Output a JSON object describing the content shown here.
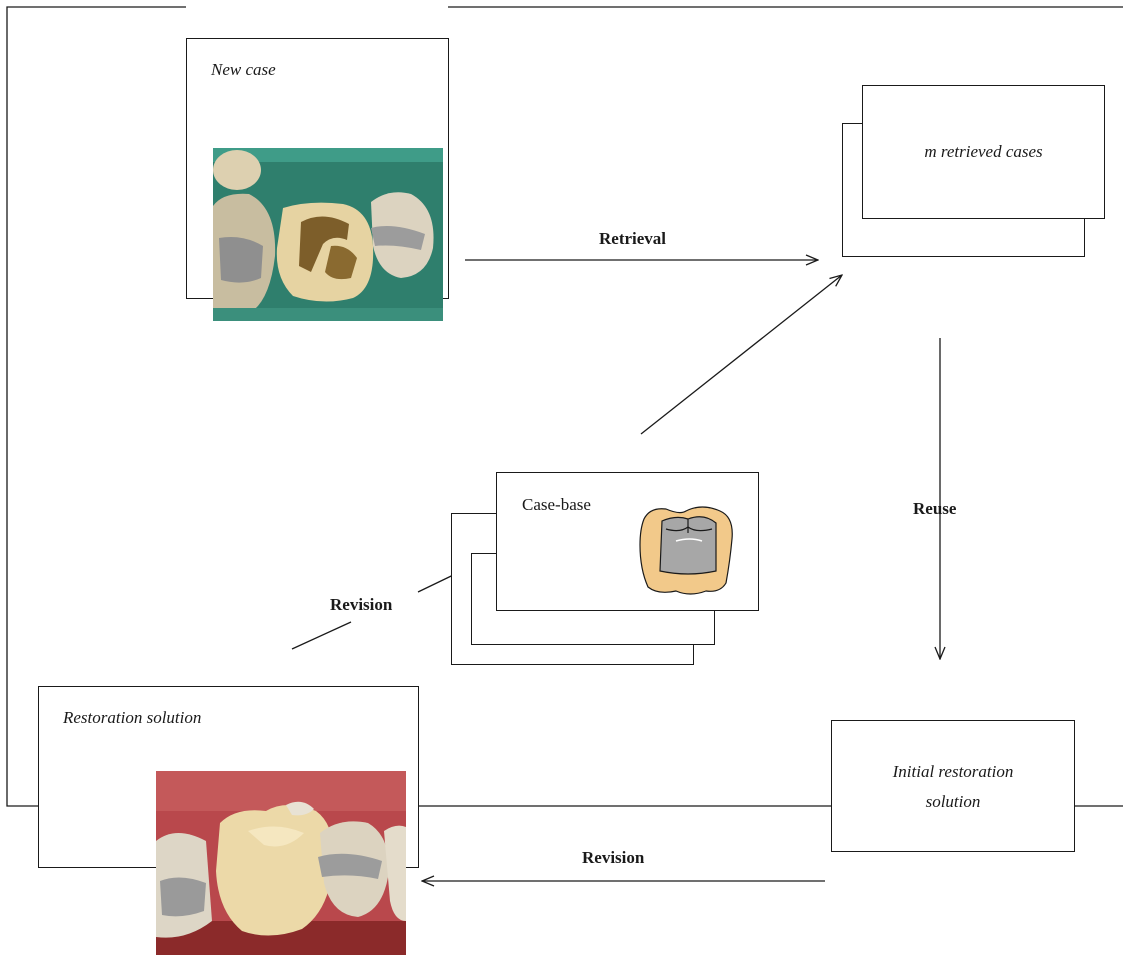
{
  "diagram": {
    "nodes": {
      "new_case": {
        "label": "New case"
      },
      "retrieved": {
        "label": "m retrieved cases"
      },
      "case_base": {
        "label": "Case-base"
      },
      "restoration": {
        "label": "Restoration solution"
      },
      "initial": {
        "label": "Initial restoration solution",
        "line1": "Initial restoration",
        "line2": "solution"
      }
    },
    "edges": {
      "retrieval": "Retrieval",
      "reuse": "Reuse",
      "revision_top": "Revision",
      "revision_bottom": "Revision"
    },
    "colors": {
      "line": "#1a1a1a",
      "tooth": "#ecd9a8",
      "amalgam": "#9a9a9a",
      "dam_green": "#2f7f6d",
      "gum": "#b9484c",
      "inlay_fill": "#f2c98a",
      "inlay_gray": "#a7a7a7"
    },
    "icons": [
      "tooth-photo-prepared-icon",
      "tooth-photo-restored-icon",
      "inlay-tooth-icon"
    ]
  }
}
